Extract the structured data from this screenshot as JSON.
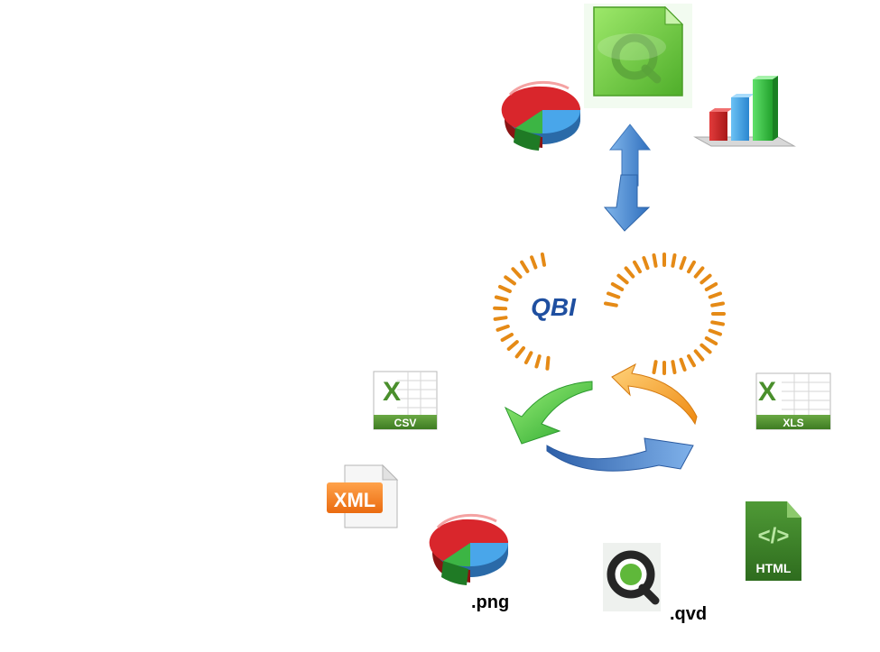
{
  "center": {
    "logo_text": "QBI"
  },
  "export_formats": {
    "csv": "CSV",
    "xls": "XLS",
    "xml": "XML",
    "html": "HTML",
    "png": ".png",
    "qvd": ".qvd"
  },
  "colors": {
    "qbi_blue": "#1f4fa0",
    "sun_orange": "#e58a16",
    "arrow_blue": "#4a82c8",
    "excel_green": "#4a8f2c",
    "pie_red": "#d9262c",
    "pie_green": "#3cb544",
    "pie_blue": "#3f9fe0"
  },
  "icons": [
    "qlikview-document-icon",
    "pie-chart-icon",
    "bar-chart-icon",
    "bidirectional-arrow-icon",
    "cycle-arrows-icon",
    "excel-csv-icon",
    "excel-xls-icon",
    "xml-file-icon",
    "html-file-icon",
    "png-pie-icon",
    "qvd-qlik-icon"
  ]
}
